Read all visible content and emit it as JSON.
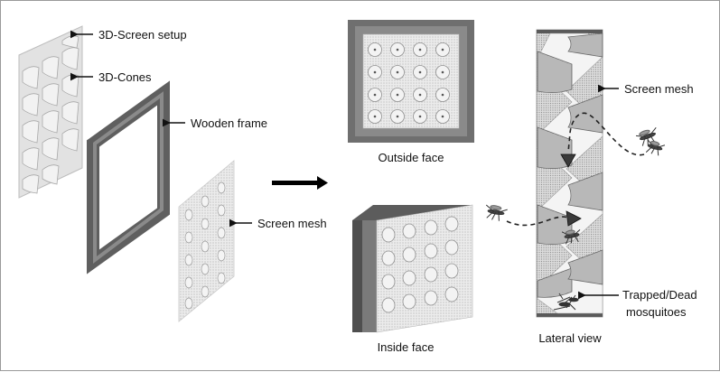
{
  "labels": {
    "screen_setup": "3D-Screen setup",
    "cones": "3D-Cones",
    "wooden_frame": "Wooden frame",
    "screen_mesh_left": "Screen mesh",
    "outside_face": "Outside face",
    "inside_face": "Inside face",
    "screen_mesh_right": "Screen mesh",
    "trapped_line1": "Trapped/Dead",
    "trapped_line2": "mosquitoes",
    "lateral_view": "Lateral view"
  },
  "colors": {
    "frame_dark": "#6f6f6f",
    "frame_light": "#9a9a9a",
    "mesh": "#e9e9e9",
    "cone": "#cfcfcf",
    "border": "#9a9a9a",
    "text": "#111111"
  },
  "icons": {
    "arrow": "left-arrow-icon",
    "process_arrow": "right-arrow-icon",
    "mosquito": "mosquito-icon"
  }
}
